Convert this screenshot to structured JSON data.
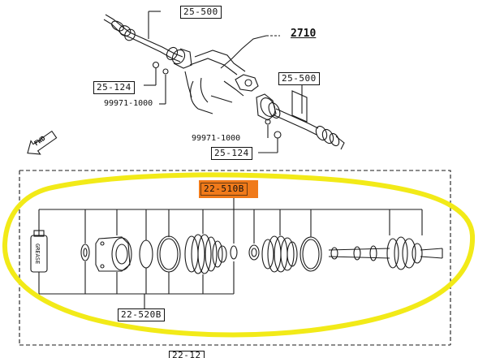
{
  "labels": {
    "code_25500_top": "25-500",
    "code_2710": "2710",
    "code_25500_right": "25-500",
    "code_25124_left": "25-124",
    "part_99971_left": "99971-1000",
    "part_99971_mid": "99971-1000",
    "code_25124_mid": "25-124",
    "code_22510b": "22-510B",
    "code_22520b": "22-520B",
    "code_bottom_partial": "22-12"
  },
  "grease_text": "GREASE",
  "fwd_text": "FWD",
  "colors": {
    "highlight": "#f07a1a",
    "yellow_outline": "#f2ea18",
    "line": "#1a1a1a"
  }
}
